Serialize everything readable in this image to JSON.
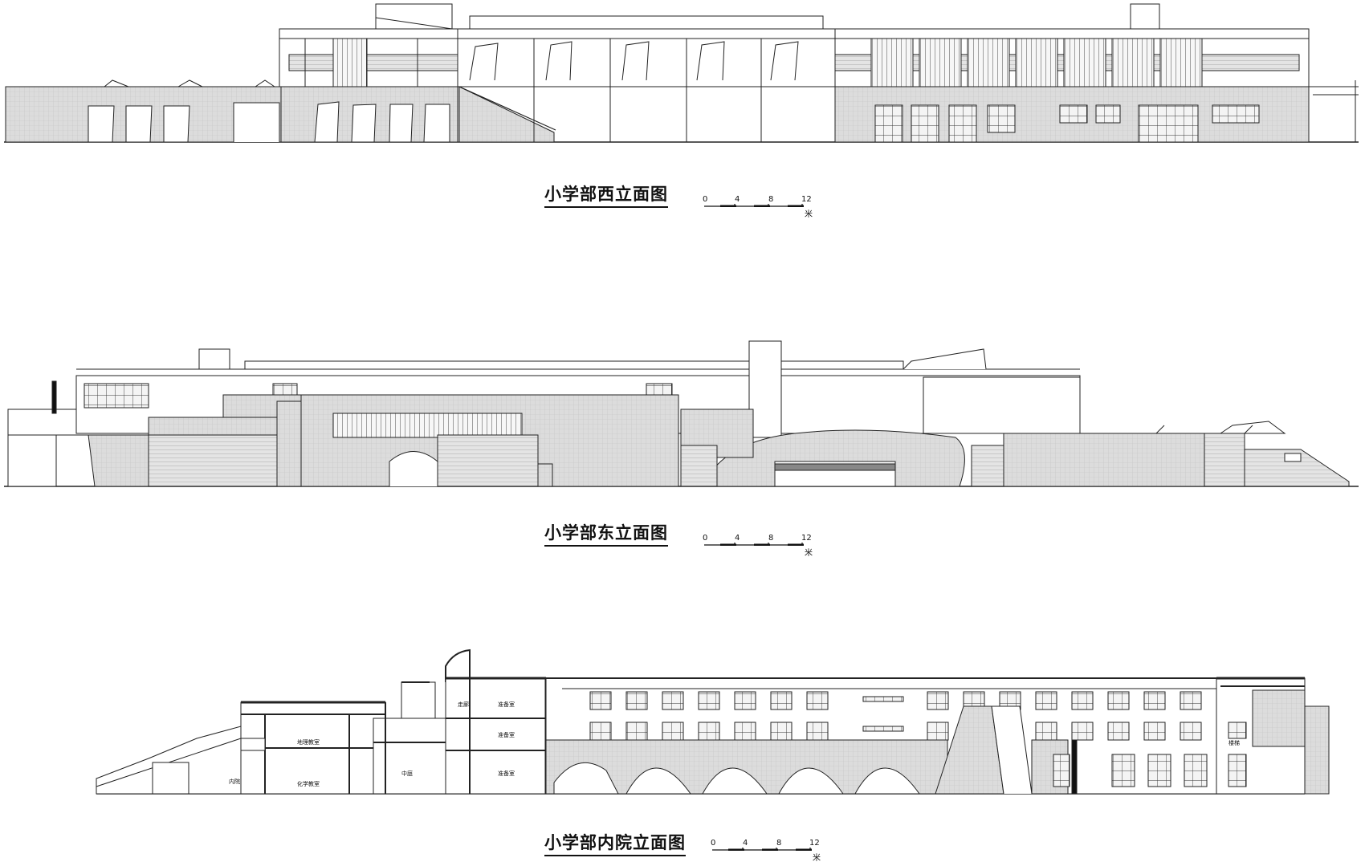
{
  "drawings": [
    {
      "title": "小学部西立面图",
      "scale_ticks": [
        "0",
        "4",
        "8",
        "12"
      ],
      "scale_unit": "米"
    },
    {
      "title": "小学部东立面图",
      "scale_ticks": [
        "0",
        "4",
        "8",
        "12"
      ],
      "scale_unit": "米"
    },
    {
      "title": "小学部内院立面图",
      "scale_ticks": [
        "0",
        "4",
        "8",
        "12"
      ],
      "scale_unit": "米",
      "room_labels": {
        "corridor": "走廊",
        "prep_room": "准备室",
        "geography_classroom": "地理教室",
        "chemistry_classroom": "化学教室",
        "atrium": "中庭",
        "inner_court": "内院",
        "stair": "楼梯"
      }
    }
  ],
  "colors": {
    "line": "#222222",
    "hatch": "#d9d9d9",
    "dark": "#111111",
    "glass": "#ececec",
    "stripe": "#9a9a9a"
  }
}
